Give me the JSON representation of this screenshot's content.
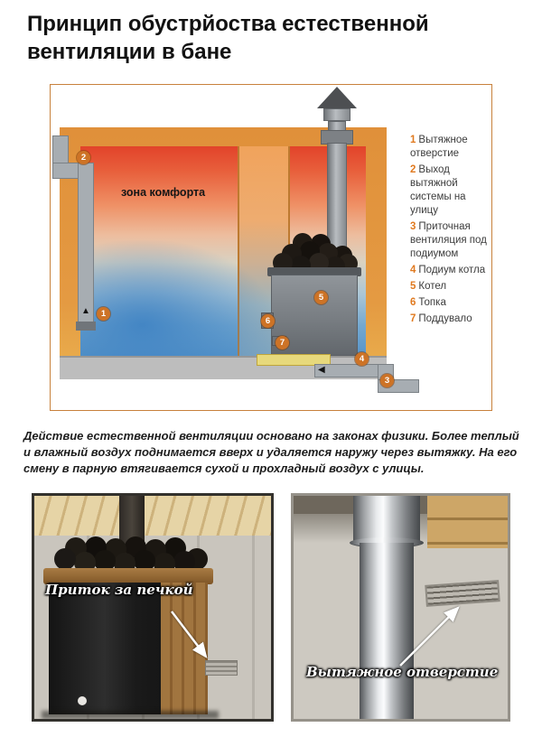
{
  "title": {
    "line1": "Принцип обустрйоства естественной",
    "line2": "вентиляции в бане"
  },
  "diagram": {
    "comfort_zone_label": "зона комфорта",
    "markers": [
      "1",
      "2",
      "3",
      "4",
      "5",
      "6",
      "7"
    ],
    "legend": [
      {
        "num": "1",
        "text": "Вытяжное отверстие"
      },
      {
        "num": "2",
        "text": "Выход вытяжной системы на улицу"
      },
      {
        "num": "3",
        "text": "Приточная вентиляция под подиумом"
      },
      {
        "num": "4",
        "text": "Подиум котла"
      },
      {
        "num": "5",
        "text": "Котел"
      },
      {
        "num": "6",
        "text": "Топка"
      },
      {
        "num": "7",
        "text": "Поддувало"
      }
    ],
    "flow_arrows": {
      "up": "▲",
      "left": "◀"
    },
    "colors": {
      "wall": "#e2923c",
      "hot_air": "#e2432a",
      "cold_air": "#5593c8",
      "marker": "#cd7326",
      "legend_number": "#e07a20",
      "podium": "#e7d97c"
    }
  },
  "description": "Действие естественной вентиляции основано на законах физики. Более теплый и влажный воздух поднимается вверх и удаляется наружу через вытяжку. На его смену в парную втягивается сухой и прохладный воздух с улицы.",
  "photos": {
    "left": {
      "caption": "Приток за печкой"
    },
    "right": {
      "caption": "Вытяжное отверстие"
    }
  }
}
